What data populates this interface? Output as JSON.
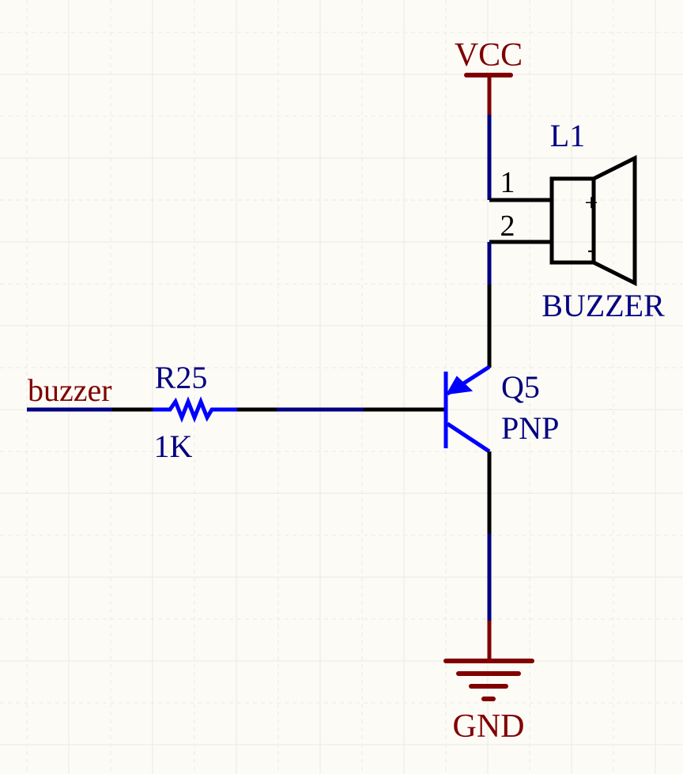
{
  "schematic": {
    "colors": {
      "background": "#fdfbf6",
      "grid": "#ece9e2",
      "power": "#800000",
      "net_wire": "#000080",
      "wire": "#000000",
      "component": "#0000ff",
      "designator": "#000080",
      "pin_number": "#000000"
    },
    "power_ports": {
      "vcc": {
        "label": "VCC"
      },
      "gnd": {
        "label": "GND"
      }
    },
    "net_label": {
      "text": "buzzer"
    },
    "components": {
      "buzzer": {
        "designator": "L1",
        "comment": "BUZZER",
        "pin1": "1",
        "pin2": "2",
        "plus": "+",
        "minus": "-"
      },
      "resistor": {
        "designator": "R25",
        "value": "1K"
      },
      "transistor": {
        "designator": "Q5",
        "type": "PNP"
      }
    }
  }
}
